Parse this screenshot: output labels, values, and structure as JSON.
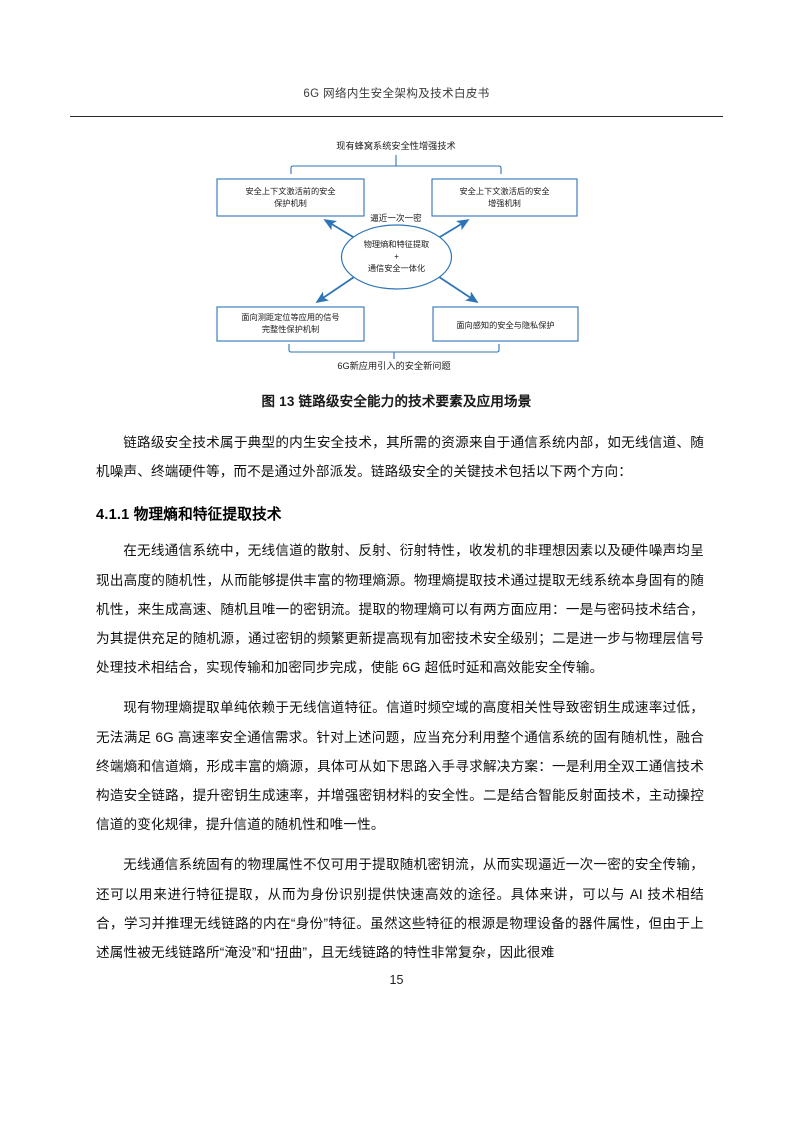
{
  "header": {
    "title": "6G 网络内生安全架构及技术白皮书",
    "rule_color": "#2b2b2b"
  },
  "figure": {
    "accent_color": "#2E75B6",
    "box_border_color": "#2E75B6",
    "top_bracket_label": "现有蜂窝系统安全性增强技术",
    "bottom_bracket_label": "6G新应用引入的安全新问题",
    "edge_label": "逼近一次一密",
    "boxes": [
      {
        "id": "top-left",
        "line1": "安全上下文激活前的安全",
        "line2": "保护机制"
      },
      {
        "id": "top-right",
        "line1": "安全上下文激活后的安全",
        "line2": "增强机制"
      },
      {
        "id": "bottom-left",
        "line1": "面向测距定位等应用的信号",
        "line2": "完整性保护机制"
      },
      {
        "id": "bottom-right",
        "line1": "面向感知的安全与隐私保护",
        "line2": ""
      }
    ],
    "center_ellipse": {
      "line1": "物理熵和特征提取",
      "line2": "+",
      "line3": "通信安全一体化"
    },
    "caption": "图 13 链路级安全能力的技术要素及应用场景"
  },
  "body": {
    "paragraph_1": "链路级安全技术属于典型的内生安全技术，其所需的资源来自于通信系统内部，如无线信道、随机噪声、终端硬件等，而不是通过外部派发。链路级安全的关键技术包括以下两个方向：",
    "section_heading": "4.1.1 物理熵和特征提取技术",
    "paragraph_2": "在无线通信系统中，无线信道的散射、反射、衍射特性，收发机的非理想因素以及硬件噪声均呈现出高度的随机性，从而能够提供丰富的物理熵源。物理熵提取技术通过提取无线系统本身固有的随机性，来生成高速、随机且唯一的密钥流。提取的物理熵可以有两方面应用：一是与密码技术结合，为其提供充足的随机源，通过密钥的频繁更新提高现有加密技术安全级别；二是进一步与物理层信号处理技术相结合，实现传输和加密同步完成，使能 6G 超低时延和高效能安全传输。",
    "paragraph_3": "现有物理熵提取单纯依赖于无线信道特征。信道时频空域的高度相关性导致密钥生成速率过低，无法满足 6G 高速率安全通信需求。针对上述问题，应当充分利用整个通信系统的固有随机性，融合终端熵和信道熵，形成丰富的熵源，具体可从如下思路入手寻求解决方案：一是利用全双工通信技术构造安全链路，提升密钥生成速率，并增强密钥材料的安全性。二是结合智能反射面技术，主动操控信道的变化规律，提升信道的随机性和唯一性。",
    "paragraph_4": "无线通信系统固有的物理属性不仅可用于提取随机密钥流，从而实现逼近一次一密的安全传输，还可以用来进行特征提取，从而为身份识别提供快速高效的途径。具体来讲，可以与 AI 技术相结合，学习并推理无线链路的内在“身份”特征。虽然这些特征的根源是物理设备的器件属性，但由于上述属性被无线链路所“淹没”和“扭曲”，且无线链路的特性非常复杂，因此很难"
  },
  "footer": {
    "page_number": "15"
  }
}
